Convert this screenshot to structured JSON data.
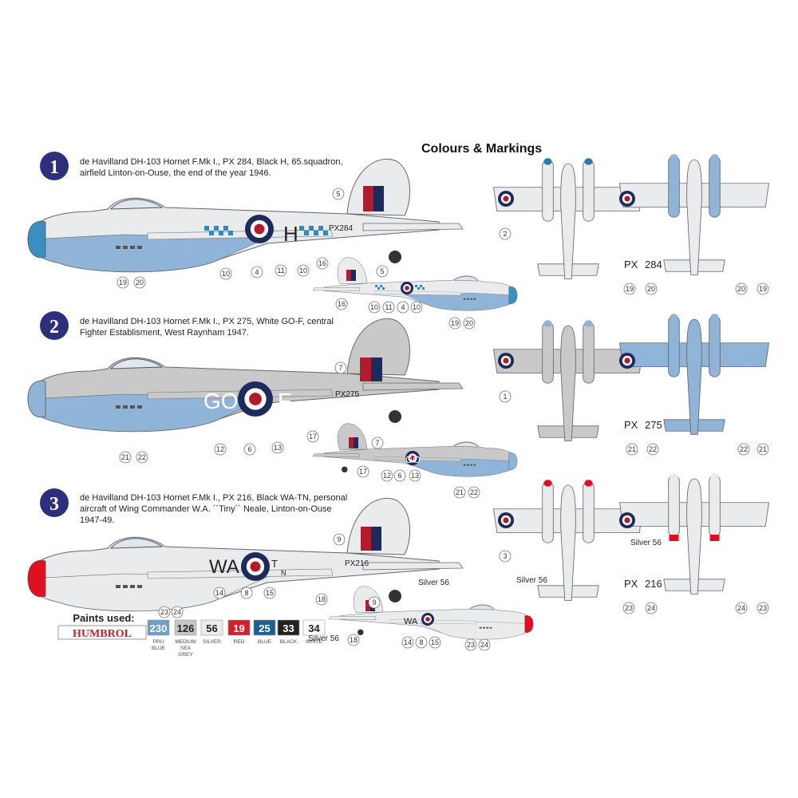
{
  "title": "Colours & Markings",
  "schemes": [
    {
      "number": "1",
      "desc_line1": "de Havilland DH-103 Hornet F.Mk I., PX 284, Black H, 65.squadron,",
      "desc_line2": "airfield Linton-on-Ouse, the end of the year 1946.",
      "serial": "PX284",
      "code_left": "",
      "code_right": "H",
      "bottom_serial_left": "PX",
      "bottom_serial_num": "284",
      "callouts": [
        "5",
        "10",
        "4",
        "11",
        "10",
        "16",
        "19",
        "20",
        "5",
        "16",
        "10",
        "11",
        "4",
        "10",
        "19",
        "20",
        "2",
        "19",
        "20",
        "20",
        "19"
      ]
    },
    {
      "number": "2",
      "desc_line1": "de Havilland DH-103 Hornet F.Mk I., PX 275, White GO-F, central",
      "desc_line2": "Fighter Establisment, West Raynham 1947.",
      "serial": "PX275",
      "code_left": "GO",
      "code_right": "F",
      "bottom_serial_left": "PX",
      "bottom_serial_num": "275",
      "callouts": [
        "7",
        "17",
        "12",
        "6",
        "13",
        "21",
        "22",
        "7",
        "17",
        "12",
        "6",
        "13",
        "21",
        "22",
        "1",
        "21",
        "22",
        "22",
        "21"
      ]
    },
    {
      "number": "3",
      "desc_line1": "de Havilland DH-103 Hornet F.Mk I., PX 216, Black WA-TN, personal",
      "desc_line2": "aircraft of Wing Commander W.A. ´´Tiny´´ Neale, Linton-on-Ouse",
      "desc_line3": "1947-49.",
      "serial": "PX216",
      "code_left": "WA",
      "code_right": "T",
      "code_sub": "N",
      "bottom_serial_left": "PX",
      "bottom_serial_num": "216",
      "silver_label": "Silver 56",
      "callouts": [
        "9",
        "18",
        "14",
        "8",
        "15",
        "23",
        "24",
        "9",
        "18",
        "14",
        "8",
        "15",
        "23",
        "24",
        "3",
        "23",
        "24",
        "24",
        "23"
      ]
    }
  ],
  "paints": {
    "heading": "Paints used:",
    "brand": "HUMBROL",
    "items": [
      {
        "code": "230",
        "name": "PRU",
        "name2": "BLUE",
        "color": "#6f9ec4",
        "text": "#ffffff"
      },
      {
        "code": "126",
        "name": "MEDIUM",
        "name2": "SEA",
        "name3": "GREY",
        "color": "#c6c6c6",
        "text": "#222222"
      },
      {
        "code": "56",
        "name": "SILVER",
        "color": "#ececec",
        "text": "#222222"
      },
      {
        "code": "19",
        "name": "RED",
        "color": "#d4202c",
        "text": "#ffffff"
      },
      {
        "code": "25",
        "name": "BLUE",
        "color": "#1f5f8c",
        "text": "#ffffff"
      },
      {
        "code": "33",
        "name": "BLACK",
        "color": "#222222",
        "text": "#ffffff"
      },
      {
        "code": "34",
        "name": "WHITE",
        "color": "#ffffff",
        "text": "#222222"
      }
    ]
  },
  "colors": {
    "pru_blue": "#8fb4d8",
    "sea_grey": "#c9c9c9",
    "silver": "#e9ebed",
    "red": "#e01020",
    "roundel_blue": "#1d2a5c",
    "roundel_red": "#b01c2c",
    "number_badge": "#2e2f7a"
  }
}
